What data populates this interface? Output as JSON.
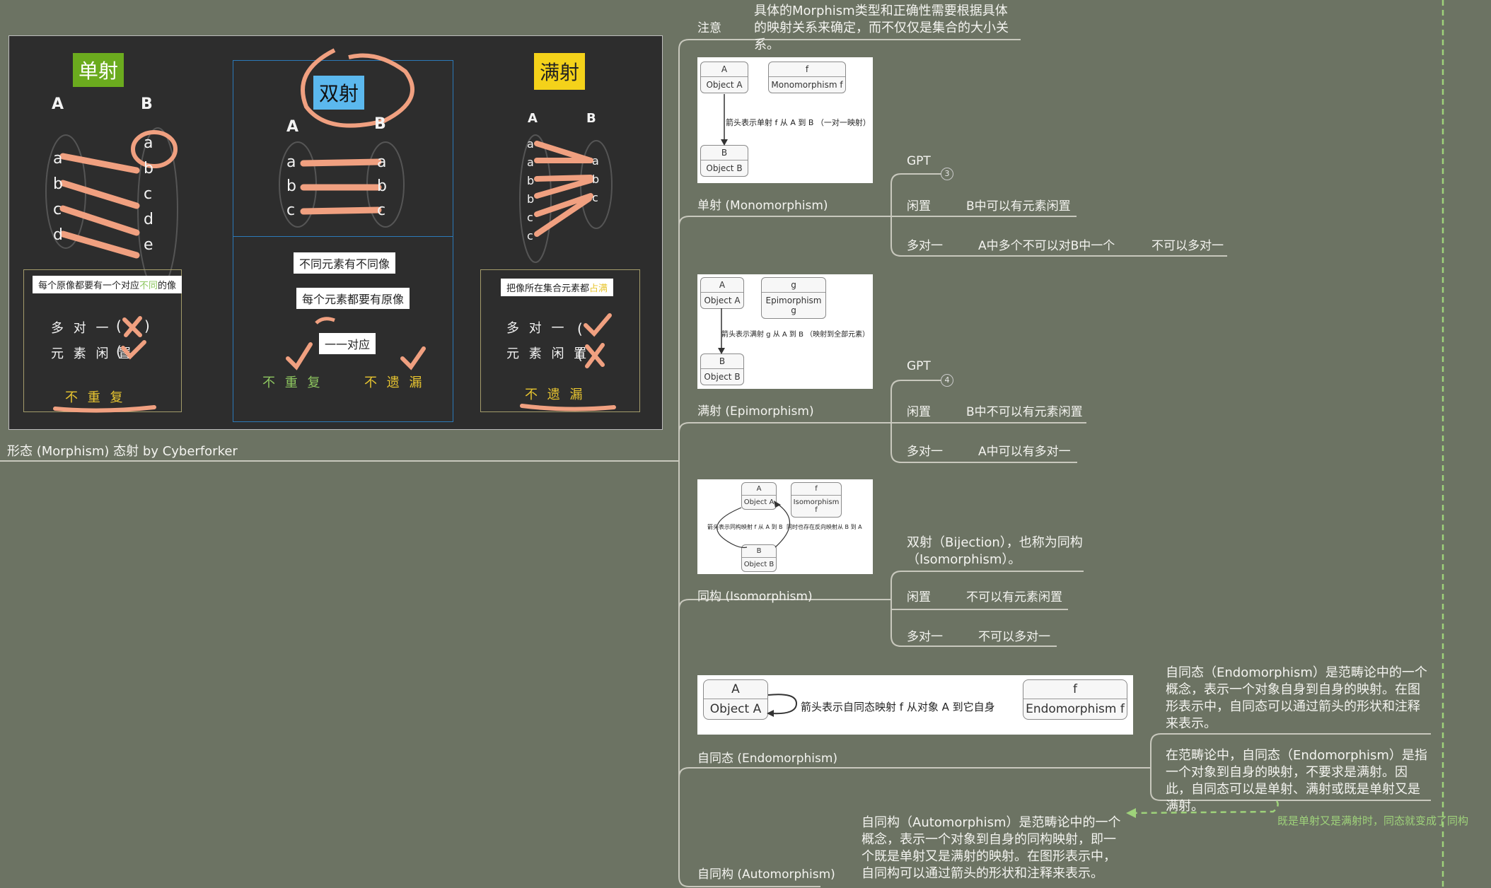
{
  "left": {
    "caption": "形态 (Morphism) 态射 by Cyberforker",
    "injective": {
      "title": "单射",
      "setA": "A",
      "setB": "B",
      "a_items": [
        "a",
        "b",
        "c",
        "d"
      ],
      "b_items": [
        "a",
        "b",
        "c",
        "d",
        "e"
      ],
      "note": "每个原像都要有一个对应",
      "note_hl": "不同",
      "note_end": "的像",
      "many_to_one": "多 对 一",
      "idle": "元 素 闲 置",
      "summary": "不 重 复"
    },
    "bijective": {
      "title": "双射",
      "setA": "A",
      "setB": "B",
      "a_items": [
        "a",
        "b",
        "c"
      ],
      "b_items": [
        "a",
        "b",
        "c"
      ],
      "note1": "不同元素有不同像",
      "note2": "每个元素都要有原像",
      "note3": "一一对应",
      "summary1": "不 重 复",
      "summary2": "不 遗 漏"
    },
    "surjective": {
      "title": "满射",
      "setA": "A",
      "setB": "B",
      "a_items": [
        "a",
        "a",
        "b",
        "b",
        "c",
        "c"
      ],
      "b_items": [
        "a",
        "b",
        "c"
      ],
      "note": "把像所在集合元素都",
      "note_hl": "占满",
      "many_to_one": "多 对 一",
      "idle": "元 素 闲 置",
      "summary": "不 遗 漏"
    }
  },
  "notice": {
    "label": "注意",
    "text": "具体的Morphism类型和正确性需要根据具体的映射关系来确定，而不仅仅是集合的大小关系。"
  },
  "mono": {
    "title": "单射 (Monomorphism)",
    "diagram": {
      "nodeA_top": "A",
      "nodeA_bot": "Object A",
      "nodeF_top": "f",
      "nodeF_bot": "Monomorphism f",
      "nodeB_top": "B",
      "nodeB_bot": "Object B",
      "arrow_text": "箭头表示单射 f 从 A 到 B （一对一映射）"
    },
    "gpt": "GPT",
    "badge": "3",
    "idle_label": "闲置",
    "idle_text": "B中可以有元素闲置",
    "m21_label": "多对一",
    "m21_text": "A中多个不可以对B中一个",
    "m21_extra": "不可以多对一"
  },
  "epi": {
    "title": "满射 (Epimorphism)",
    "diagram": {
      "nodeA_top": "A",
      "nodeA_bot": "Object A",
      "nodeG_top": "g",
      "nodeG_bot": "Epimorphism g",
      "nodeB_top": "B",
      "nodeB_bot": "Object B",
      "arrow_text": "箭头表示满射 g 从 A 到 B （映射到全部元素）"
    },
    "gpt": "GPT",
    "badge": "4",
    "idle_label": "闲置",
    "idle_text": "B中不可以有元素闲置",
    "m21_label": "多对一",
    "m21_text": "A中可以有多对一"
  },
  "iso": {
    "title": "同构 (Isomorphism)",
    "diagram": {
      "nodeA_top": "A",
      "nodeA_bot": "Object A",
      "nodeF_top": "f",
      "nodeF_bot": "Isomorphism f",
      "nodeB_top": "B",
      "nodeB_bot": "Object B",
      "left_text": "箭头表示同构映射 f 从 A 到 B",
      "right_text": "同时也存在反向映射从 B 到 A"
    },
    "desc": "双射（Bijection），也称为同构（Isomorphism）。",
    "idle_label": "闲置",
    "idle_text": "不可以有元素闲置",
    "m21_label": "多对一",
    "m21_text": "不可以多对一"
  },
  "endo": {
    "title": "自同态 (Endomorphism)",
    "diagram": {
      "nodeA_top": "A",
      "nodeA_bot": "Object A",
      "nodeF_top": "f",
      "nodeF_bot": "Endomorphism f",
      "arrow_text": "箭头表示自同态映射 f 从对象 A 到它自身"
    },
    "para1": "自同态（Endomorphism）是范畴论中的一个概念，表示一个对象自身到自身的映射。在图形表示中，自同态可以通过箭头的形状和注释来表示。",
    "para2": "在范畴论中，自同态（Endomorphism）是指一个对象到自身的映射，不要求是满射。因此，自同态可以是单射、满射或既是单射又是满射。"
  },
  "auto": {
    "title": "自同构 (Automorphism)",
    "para": "自同构（Automorphism）是范畴论中的一个概念，表示一个对象到自身的同构映射，即一个既是单射又是满射的映射。在图形表示中，自同构可以通过箭头的形状和注释来表示。"
  },
  "relation_note": "既是单射又是满射时，同态就变成了同构",
  "colors": {
    "bg": "#6c7363",
    "line": "#c8c8bd",
    "panel": "#2d2d2d",
    "brush": "#f0a080",
    "green_note": "#9ed27a",
    "mono_title_bg": "#6bab1e",
    "bij_title_bg": "#5bb8ee",
    "surj_title_bg": "#f4d21a"
  }
}
